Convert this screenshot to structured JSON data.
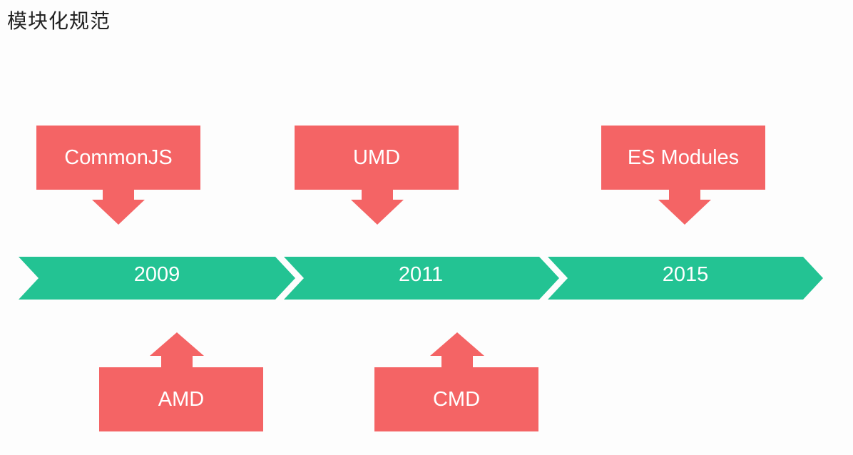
{
  "page": {
    "title": "模块化规范"
  },
  "timeline": {
    "years": [
      "2009",
      "2011",
      "2015"
    ]
  },
  "specs": {
    "commonjs": "CommonJS",
    "umd": "UMD",
    "es_modules": "ES Modules",
    "amd": "AMD",
    "cmd": "CMD"
  },
  "colors": {
    "callout": "#f46465",
    "timeline": "#23c393",
    "text": "#ffffff"
  }
}
